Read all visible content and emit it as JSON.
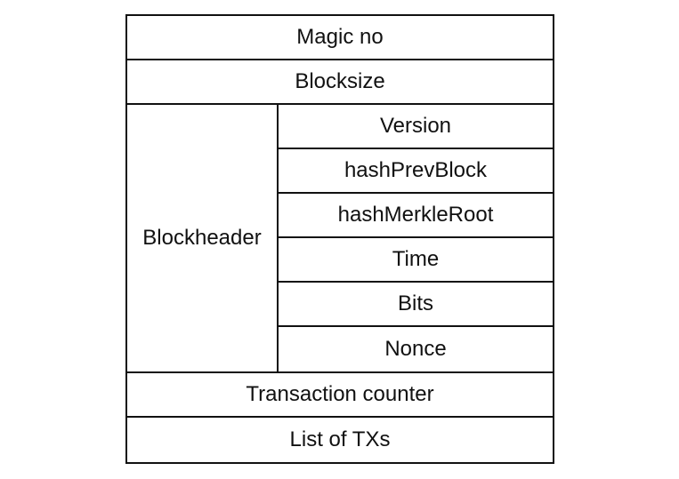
{
  "diagram": {
    "rows": {
      "magic_no": "Magic no",
      "blocksize": "Blocksize",
      "blockheader": "Blockheader",
      "transaction_counter": "Transaction counter",
      "list_of_txs": "List of TXs"
    },
    "header_fields": [
      "Version",
      "hashPrevBlock",
      "hashMerkleRoot",
      "Time",
      "Bits",
      "Nonce"
    ]
  }
}
